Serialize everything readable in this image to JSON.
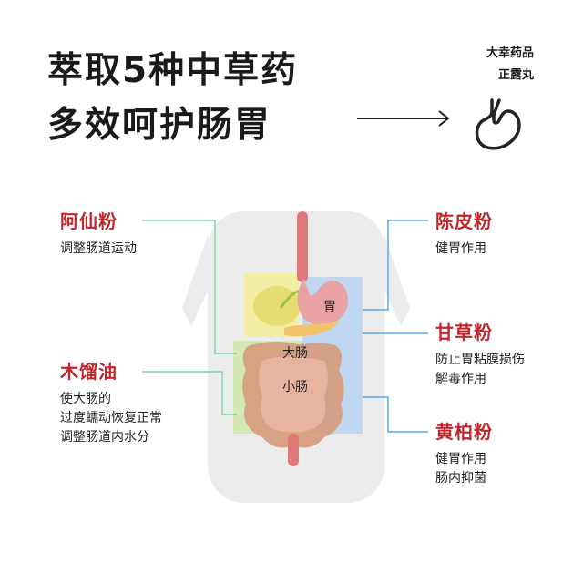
{
  "headline": {
    "line1": "萃取5种中草药",
    "line2": "多效呵护肠胃"
  },
  "brand": {
    "line1": "大幸药品",
    "line2": "正露丸"
  },
  "organ_labels": {
    "stomach": "胃",
    "large_intestine": "大肠",
    "small_intestine": "小肠"
  },
  "ingredients_left": [
    {
      "name": "阿仙粉",
      "desc": [
        "调整肠道运动"
      ]
    },
    {
      "name": "木馏油",
      "desc": [
        "使大肠的",
        "过度蠕动恢复正常",
        "调整肠道内水分"
      ]
    }
  ],
  "ingredients_right": [
    {
      "name": "陈皮粉",
      "desc": [
        "健胃作用"
      ]
    },
    {
      "name": "甘草粉",
      "desc": [
        "防止胃粘膜损伤",
        "解毒作用"
      ]
    },
    {
      "name": "黄柏粉",
      "desc": [
        "健胃作用",
        "肠内抑菌"
      ]
    }
  ],
  "colors": {
    "name_red": "#c0262c",
    "line_green": "#7fd3a2",
    "line_blue": "#5aa9e6",
    "text": "#1a1a1a"
  }
}
